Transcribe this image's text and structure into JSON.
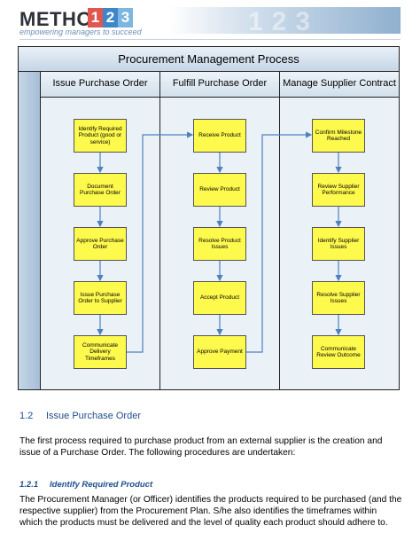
{
  "header": {
    "logo_word": "METHOD",
    "logo_digits": [
      "1",
      "2",
      "3"
    ],
    "tagline": "empowering managers to succeed",
    "banner_deco": "123"
  },
  "diagram": {
    "title": "Procurement Management Process",
    "lanes": [
      {
        "label": "Issue Purchase Order",
        "steps": [
          "Identify Required Product (good or service)",
          "Document Purchase Order",
          "Approve Purchase Order",
          "Issue Purchase Order to Supplier",
          "Communicate Delivery Timeframes"
        ]
      },
      {
        "label": "Fulfill Purchase Order",
        "steps": [
          "Receive Product",
          "Review Product",
          "Resolve Product Issues",
          "Accept Product",
          "Approve Payment"
        ]
      },
      {
        "label": "Manage Supplier Contract",
        "steps": [
          "Confirm Milestone Reached",
          "Review Supplier Performance",
          "Identify Supplier Issues",
          "Resolve Supplier Issues",
          "Communicate Review Outcome"
        ]
      }
    ],
    "colors": {
      "box_fill": "#fdf94d",
      "arrow": "#4f81bd"
    }
  },
  "section": {
    "number": "1.2",
    "title": "Issue Purchase Order",
    "paragraph": "The first process required to purchase product from an external supplier is the creation and issue of a Purchase Order. The following procedures are undertaken:"
  },
  "subsection": {
    "number": "1.2.1",
    "title": "Identify Required Product",
    "paragraph": "The Procurement Manager (or Officer) identifies the products required to be purchased (and the respective supplier) from the Procurement Plan. S/he also identifies the timeframes within which the products must be delivered and the level of quality each product should adhere to."
  }
}
